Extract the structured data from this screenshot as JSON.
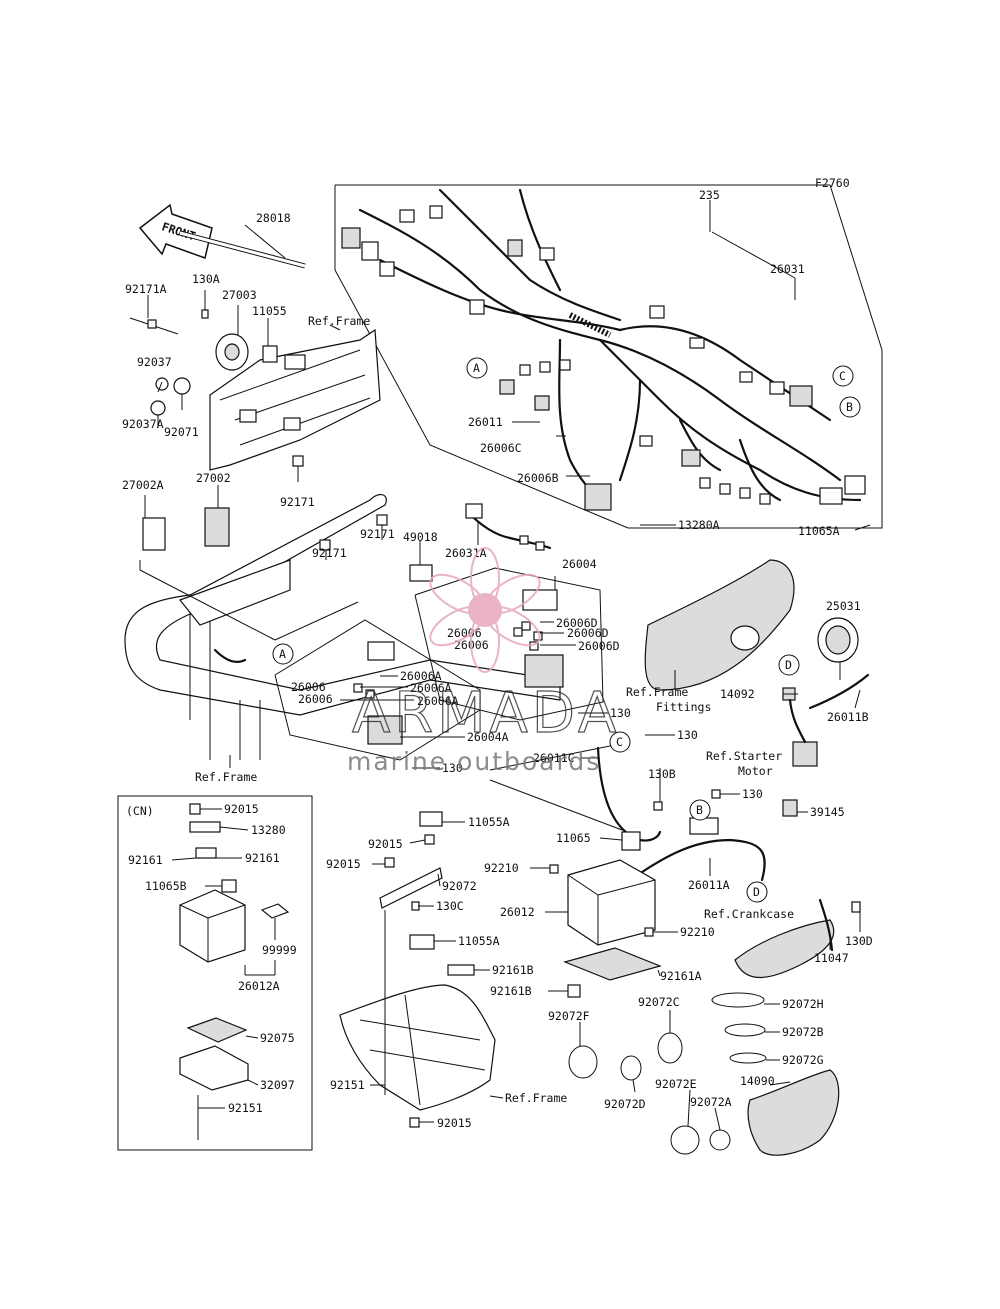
{
  "figure_code": "F2760",
  "front_arrow_text": "FRONT",
  "callouts": [
    "A",
    "A",
    "B",
    "B",
    "C",
    "C",
    "D",
    "D"
  ],
  "parts": {
    "p235": "235",
    "p26031": "26031",
    "p28018": "28018",
    "p92171A": "92171A",
    "p130A": "130A",
    "p27003": "27003",
    "p11055": "11055",
    "p92037": "92037",
    "p92071": "92071",
    "p92037A": "92037A",
    "p27002A": "27002A",
    "p27002": "27002",
    "p92171_a": "92171",
    "p92171_b": "92171",
    "p92171_c": "92171",
    "p26011": "26011",
    "p26006C": "26006C",
    "p26006B": "26006B",
    "p13280A": "13280A",
    "p11065A": "11065A",
    "p49018": "49018",
    "p26031A": "26031A",
    "p26004": "26004",
    "p26006D_a": "26006D",
    "p26006_a": "26006",
    "p26006D_b": "26006D",
    "p26006_b": "26006",
    "p26006D_c": "26006D",
    "p26006_c": "26006",
    "p26006A_a": "26006A",
    "p26006A_b": "26006A",
    "p26006_d": "26006",
    "p26006A_c": "26006A",
    "p26004A": "26004A",
    "p130_a": "130",
    "p130_b": "130",
    "p130_c": "130",
    "p130_d": "130",
    "p25031": "25031",
    "p14092": "14092",
    "p26011B": "26011B",
    "p26011C": "26011C",
    "p130B": "130B",
    "p39145": "39145",
    "p11065": "11065",
    "p92210_a": "92210",
    "p92210_b": "92210",
    "p26012": "26012",
    "p26011A": "26011A",
    "p92161A": "92161A",
    "p11047": "11047",
    "p130D": "130D",
    "p92072H": "92072H",
    "p92072B": "92072B",
    "p92072G": "92072G",
    "p14090": "14090",
    "p92072F": "92072F",
    "p92072C": "92072C",
    "p92072D": "92072D",
    "p92072E": "92072E",
    "p92072A": "92072A",
    "p11055A_a": "11055A",
    "p92015_a": "92015",
    "p92015_b": "92015",
    "p92072": "92072",
    "p130C": "130C",
    "p11055A_b": "11055A",
    "p92161B_a": "92161B",
    "p92161B_b": "92161B",
    "p92151_a": "92151",
    "p92015_c": "92015",
    "cn": "(CN)",
    "cn92015": "92015",
    "cn13280": "13280",
    "cn92161_a": "92161",
    "cn92161_b": "92161",
    "cn11065B": "11065B",
    "cn99999": "99999",
    "cn26012A": "26012A",
    "cn92075": "92075",
    "cn32097": "32097",
    "cn92151": "92151"
  },
  "refs": {
    "ref_frame_1": "Ref.Frame",
    "ref_frame_2": "Ref.Frame",
    "ref_frame_3": "Ref.Frame",
    "ref_frame_fittings_1": "Ref.Frame",
    "ref_frame_fittings_2": "Fittings",
    "ref_starter_1": "Ref.Starter",
    "ref_starter_2": "Motor",
    "ref_crankcase": "Ref.Crankcase"
  },
  "watermark": {
    "brand": "ARMADA",
    "tagline": "marine outboards",
    "accent_color": "#e7a6bf"
  }
}
